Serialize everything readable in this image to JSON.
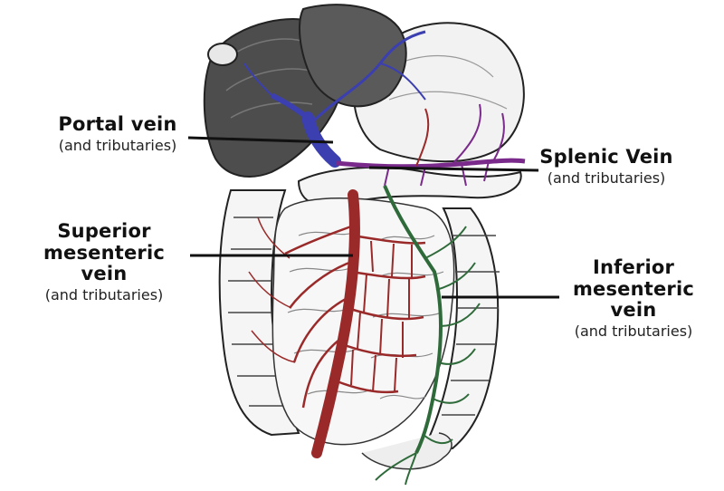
{
  "labels": {
    "portal": {
      "title": "Portal vein",
      "sub": "(and tributaries)"
    },
    "splenic": {
      "title": "Splenic Vein",
      "sub": "(and tributaries)"
    },
    "superior": {
      "title_line1": "Superior",
      "title_line2": "mesenteric vein",
      "sub": "(and tributaries)"
    },
    "inferior": {
      "title_line1": "Inferior",
      "title_line2": "mesenteric vein",
      "sub": "(and tributaries)"
    }
  },
  "colors": {
    "portal_vein": "#3b3fb0",
    "splenic_vein": "#7a2a8a",
    "superior_mesenteric": "#9a2a2a",
    "inferior_mesenteric": "#2f6b3a",
    "organ_dark": "#4a4a4a",
    "organ_light": "#f3f3f3",
    "outline": "#222222"
  }
}
